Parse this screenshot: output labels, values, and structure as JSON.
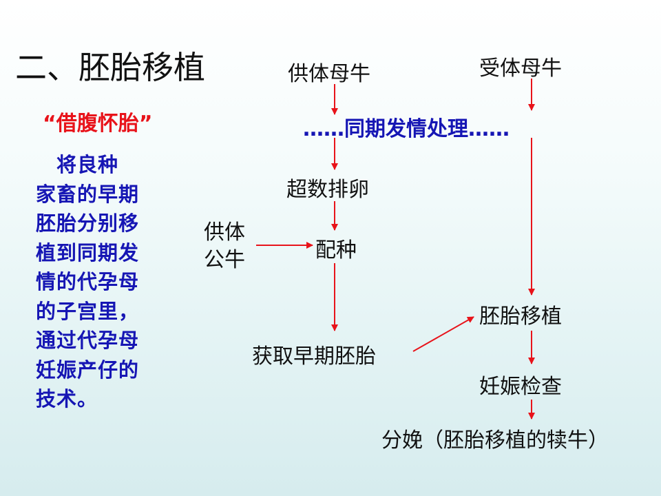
{
  "slide": {
    "title": "二、胚胎移植",
    "quote": "“借腹怀胎”",
    "description_lines": [
      "　将良种",
      "家畜的早期",
      "胚胎分别移",
      "植到同期发",
      "情的代孕母",
      "的子宫里，",
      "通过代孕母",
      "妊娠产仔的",
      "技术。"
    ]
  },
  "flow": {
    "donor_cow": "供体母牛",
    "recipient_cow": "受体母牛",
    "sync": "……同期发情处理……",
    "superovulation": "超数排卵",
    "donor_bull_line1": "供体",
    "donor_bull_line2": "公牛",
    "mating": "配种",
    "collect_embryo": "获取早期胚胎",
    "embryo_transfer": "胚胎移植",
    "pregnancy_check": "妊娠检查",
    "birth": "分娩（胚胎移植的犊牛）"
  },
  "colors": {
    "arrow": "#e8131a",
    "quote": "#e8131a",
    "description": "#1616b4",
    "sync": "#1616b4",
    "text": "#111111"
  }
}
